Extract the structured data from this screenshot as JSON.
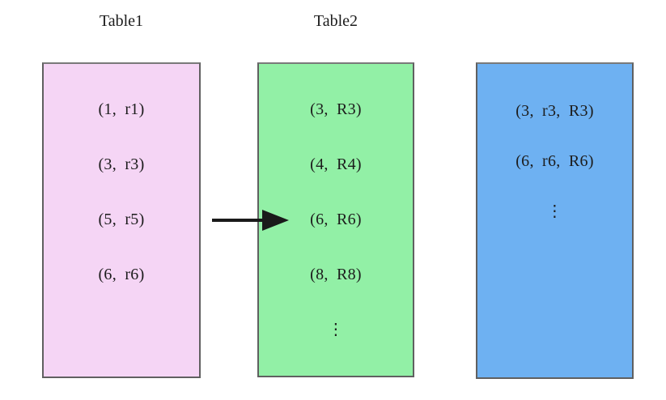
{
  "diagram": {
    "background": "#ffffff",
    "border_color": "#606060",
    "text_color": "#1c1c1c",
    "arrow_color": "#1a1a1a",
    "tables": [
      {
        "label": "Table1",
        "fill": "#f5d5f5",
        "rows": [
          "(1, r1)",
          "(3, r3)",
          "(5, r5)",
          "(6, r6)"
        ]
      },
      {
        "label": "Table2",
        "fill": "#92f0a6",
        "rows": [
          "(3, R3)",
          "(4, R4)",
          "(6, R6)",
          "(8, R8)",
          "⋮"
        ]
      },
      {
        "label": "",
        "fill": "#6eb1f2",
        "rows": [
          "(3, r3, R3)",
          "(6, r6, R6)",
          "⋮"
        ]
      }
    ],
    "arrow": {
      "description": "horizontal black arrow from Table1 box to row (6, R6) of Table2"
    }
  }
}
